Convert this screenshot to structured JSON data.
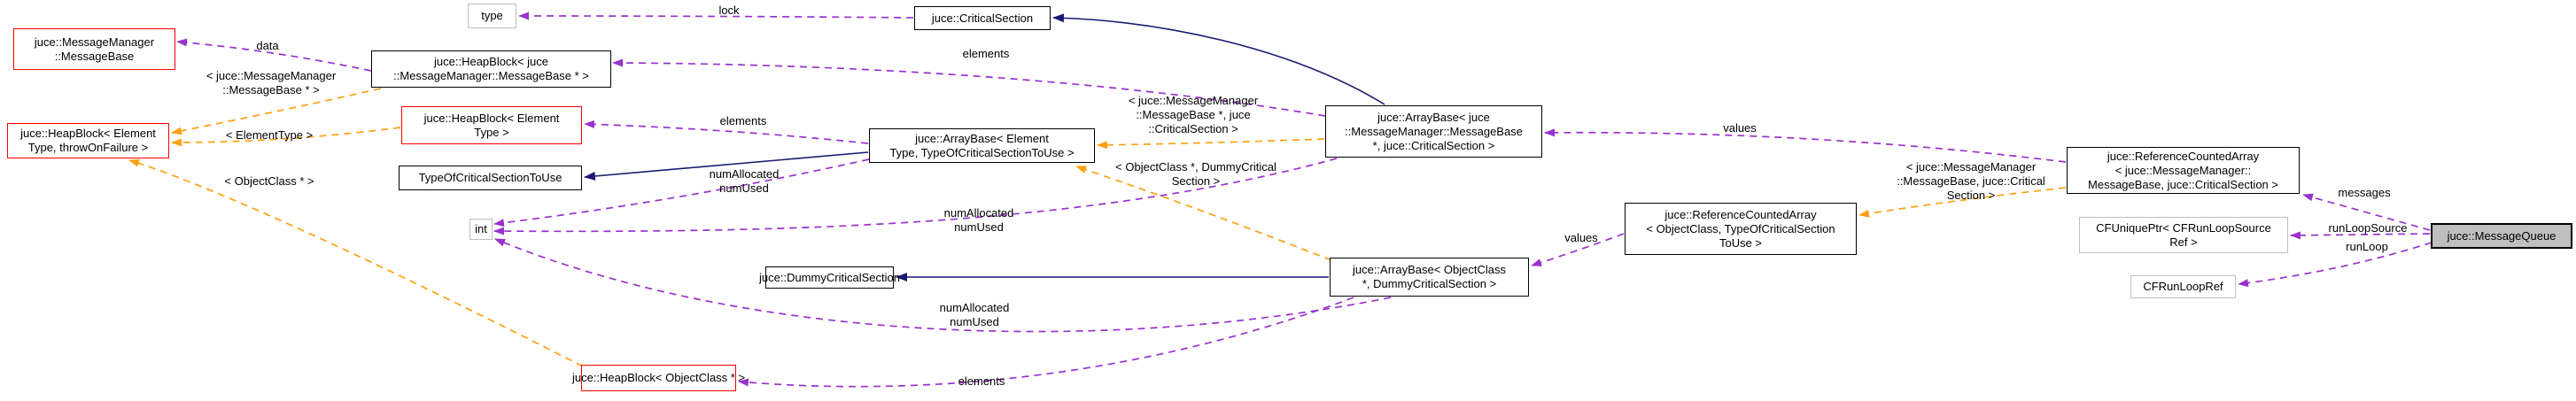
{
  "diagram_title": "juce::MessageQueue collaboration diagram",
  "colors": {
    "edge_usage": "#9a32cd",
    "edge_template": "#ffa010",
    "edge_inheritance": "#191970",
    "node_border_default": "#bfbfbf",
    "node_border_bold": "#000000",
    "node_border_truncated": "#ff0000",
    "target_node_fill": "#bfbfbf"
  },
  "nodes": {
    "message_base": {
      "lines": [
        "juce::MessageManager",
        "::MessageBase"
      ]
    },
    "type": {
      "lines": [
        "type"
      ]
    },
    "critical_section": {
      "lines": [
        "juce::CriticalSection"
      ]
    },
    "heapblock_messagebase": {
      "lines": [
        "juce::HeapBlock< juce",
        "::MessageManager::MessageBase * >"
      ]
    },
    "heapblock_elementtype": {
      "lines": [
        "juce::HeapBlock< Element",
        "Type >"
      ]
    },
    "heapblock_element_throw": {
      "lines": [
        "juce::HeapBlock< Element",
        "Type, throwOnFailure >"
      ]
    },
    "type_of_critical_section": {
      "lines": [
        "TypeOfCriticalSectionToUse"
      ]
    },
    "arraybase_element": {
      "lines": [
        "juce::ArrayBase< Element",
        "Type, TypeOfCriticalSectionToUse >"
      ]
    },
    "arraybase_messagebase": {
      "lines": [
        "juce::ArrayBase< juce",
        "::MessageManager::MessageBase",
        "*, juce::CriticalSection >"
      ]
    },
    "refcountedarray_messagebase": {
      "lines": [
        "juce::ReferenceCountedArray",
        "< juce::MessageManager::",
        "MessageBase, juce::CriticalSection >"
      ]
    },
    "refcountedarray_objectclass": {
      "lines": [
        "juce::ReferenceCountedArray",
        "< ObjectClass, TypeOfCriticalSection",
        "ToUse >"
      ]
    },
    "int": {
      "lines": [
        "int"
      ]
    },
    "dummy_critical_section": {
      "lines": [
        "juce::DummyCriticalSection"
      ]
    },
    "arraybase_objectclass": {
      "lines": [
        "juce::ArrayBase< ObjectClass",
        "*, DummyCriticalSection >"
      ]
    },
    "cfuniqueptr": {
      "lines": [
        "CFUniquePtr< CFRunLoopSource",
        "Ref >"
      ]
    },
    "cfrunloopref": {
      "lines": [
        "CFRunLoopRef"
      ]
    },
    "message_queue": {
      "lines": [
        "juce::MessageQueue"
      ]
    },
    "heapblock_objectclass": {
      "lines": [
        "juce::HeapBlock< ObjectClass * >"
      ]
    }
  },
  "edge_labels": {
    "data": {
      "lines": [
        "data"
      ]
    },
    "lock": {
      "lines": [
        "lock"
      ]
    },
    "elements_top": {
      "lines": [
        "elements"
      ]
    },
    "elements_mid": {
      "lines": [
        "elements"
      ]
    },
    "elements_bottom": {
      "lines": [
        "elements"
      ]
    },
    "num_mid": {
      "lines": [
        "numAllocated",
        "numUsed"
      ]
    },
    "num_bottom1": {
      "lines": [
        "numAllocated",
        "numUsed"
      ]
    },
    "num_bottom2": {
      "lines": [
        "numAllocated",
        "numUsed"
      ]
    },
    "values_top": {
      "lines": [
        "values"
      ]
    },
    "values_bottom": {
      "lines": [
        "values"
      ]
    },
    "messages": {
      "lines": [
        "messages"
      ]
    },
    "run_loop_source": {
      "lines": [
        "runLoopSource"
      ]
    },
    "run_loop": {
      "lines": [
        "runLoop"
      ]
    },
    "tmpl_messagebase_ptr": {
      "lines": [
        "< juce::MessageManager",
        "::MessageBase * >"
      ]
    },
    "tmpl_elementtype": {
      "lines": [
        "< ElementType >"
      ]
    },
    "tmpl_objectclass_ptr": {
      "lines": [
        "< ObjectClass * >"
      ]
    },
    "tmpl_mb_cs": {
      "lines": [
        "< juce::MessageManager",
        "::MessageBase *, juce",
        "::CriticalSection >"
      ]
    },
    "tmpl_obj_dummy": {
      "lines": [
        "< ObjectClass *, DummyCritical",
        "Section >"
      ]
    },
    "tmpl_mb_cs_ref": {
      "lines": [
        "< juce::MessageManager",
        "::MessageBase, juce::Critical",
        "Section >"
      ]
    }
  }
}
